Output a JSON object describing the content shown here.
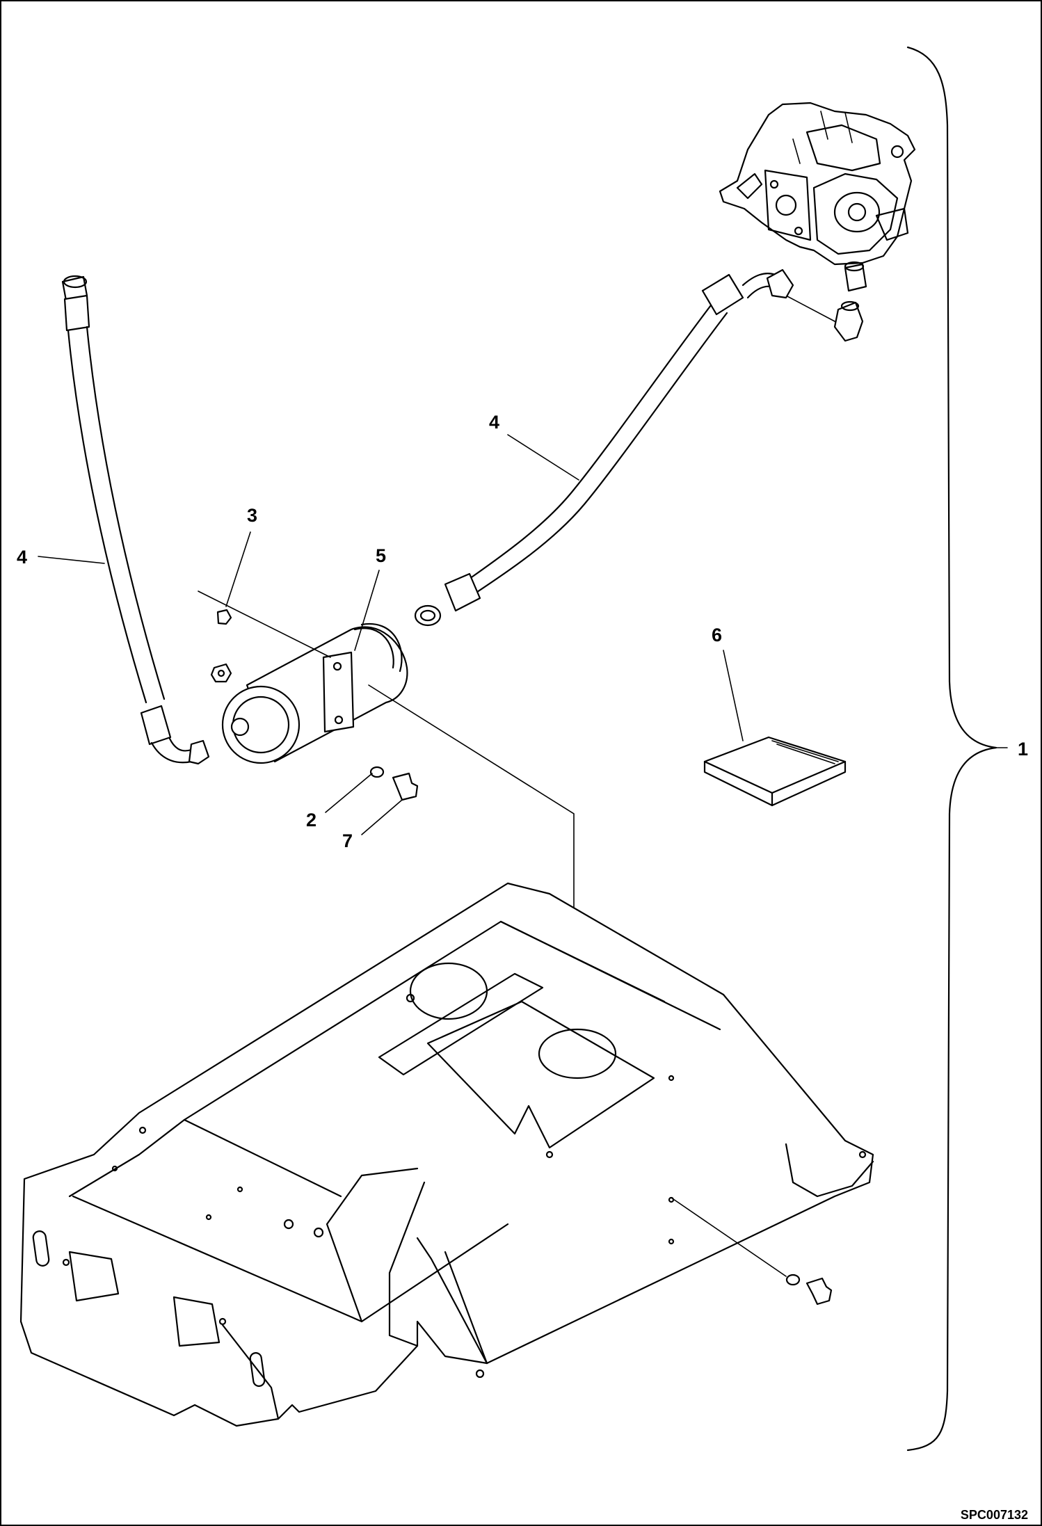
{
  "callouts": {
    "item1": "1",
    "item2": "2",
    "item3": "3",
    "item4_left": "4",
    "item4_upper": "4",
    "item5": "5",
    "item6": "6",
    "item7": "7"
  },
  "drawing_code": "SPC007132"
}
